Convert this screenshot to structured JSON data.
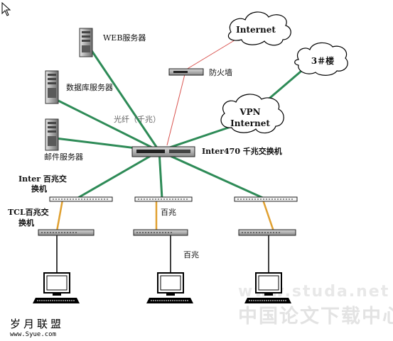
{
  "diagram": {
    "clouds": {
      "internet": "Internet",
      "building": "3＃楼",
      "vpn_line1": "VPN",
      "vpn_line2": "Internet"
    },
    "labels": {
      "web_server": "WEB服务器",
      "db_server": "数据库服务器",
      "mail_server": "邮件服务器",
      "firewall": "防火墙",
      "fiber": "光纤（千兆）",
      "core_switch": "Inter470 千兆交换机",
      "inter_switch_l1": "Inter 百兆交",
      "inter_switch_l2": "换机",
      "tcl_switch_l1": "TCL百兆交",
      "tcl_switch_l2": "换机",
      "hundred_meg_1": "百兆",
      "hundred_meg_2": "百兆"
    },
    "watermark": {
      "line1": "www.studa.net",
      "line2": "中国论文下载中心"
    },
    "signature": {
      "line1": "岁月联盟",
      "line2": "www.Syue.com"
    },
    "colors": {
      "trunk": "#2e8b57",
      "firewall_link": "#d9534f",
      "access_link": "#e0a030",
      "pc_link": "#000000"
    }
  }
}
